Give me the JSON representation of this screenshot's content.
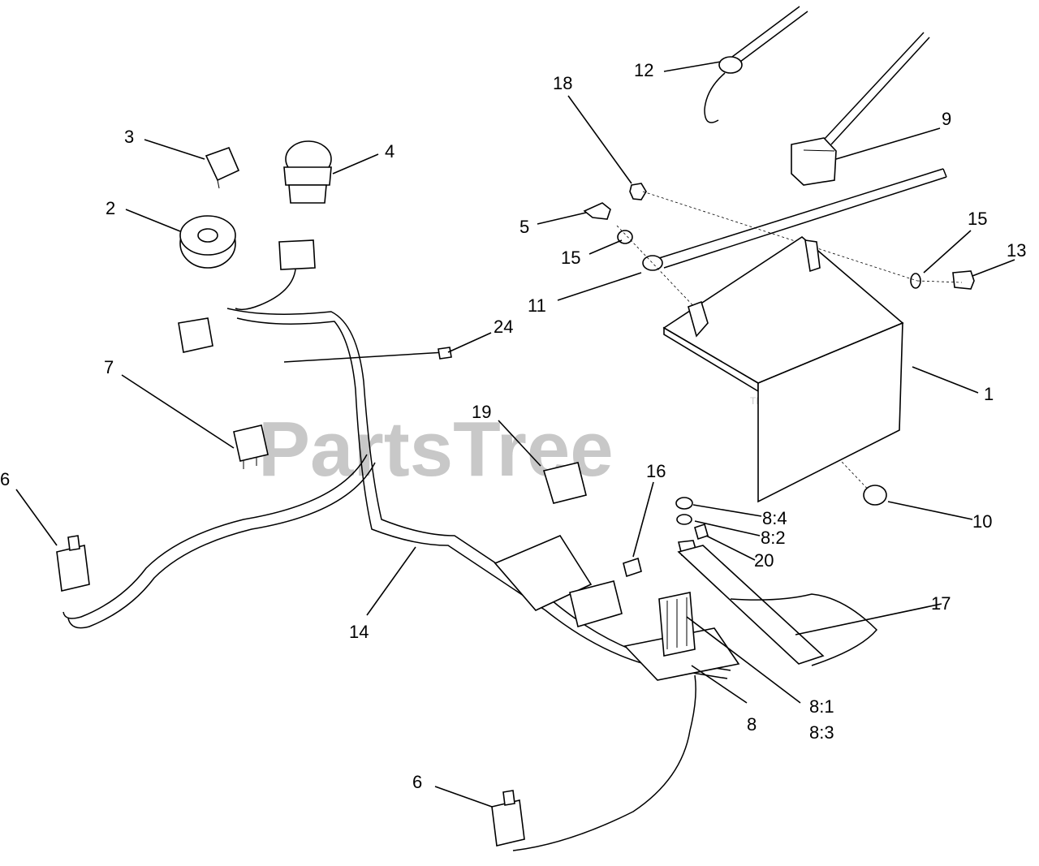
{
  "watermark": {
    "text": "PartsTree",
    "tm": "TM"
  },
  "callouts": {
    "c1": "1",
    "c2": "2",
    "c3": "3",
    "c4": "4",
    "c5": "5",
    "c6a": "6",
    "c6b": "6",
    "c7": "7",
    "c8": "8",
    "c8_1": "8:1",
    "c8_2": "8:2",
    "c8_3": "8:3",
    "c8_4": "8:4",
    "c9": "9",
    "c10": "10",
    "c11": "11",
    "c12": "12",
    "c13": "13",
    "c14": "14",
    "c15a": "15",
    "c15b": "15",
    "c16": "16",
    "c17": "17",
    "c18": "18",
    "c19": "19",
    "c20": "20",
    "c24": "24"
  }
}
